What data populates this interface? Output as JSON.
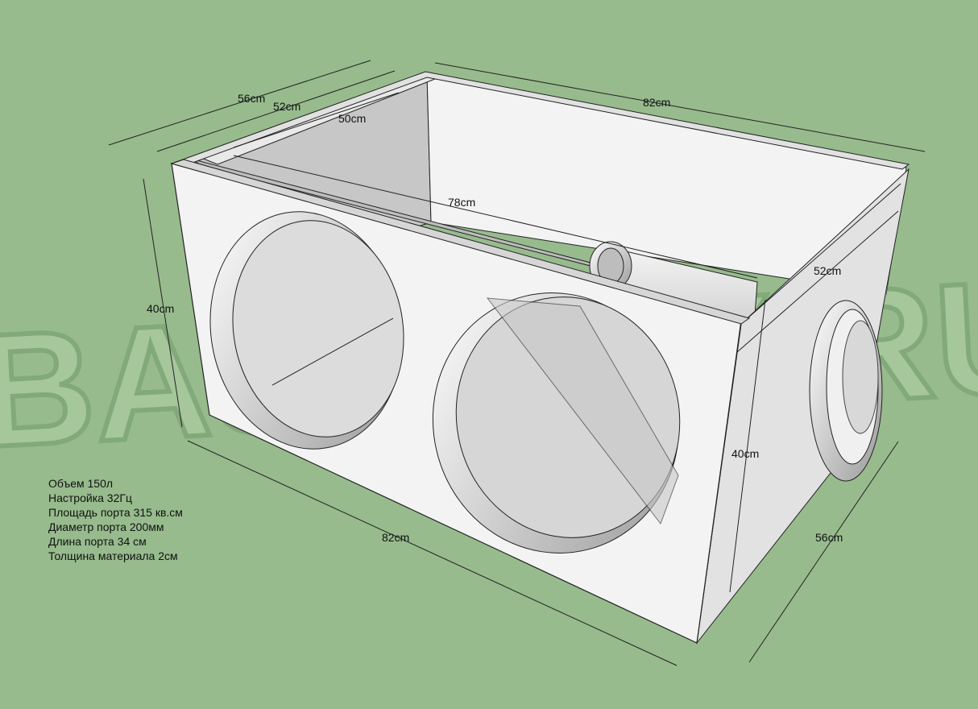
{
  "watermark": {
    "text": "BASSBOX.RU",
    "color": "#7fa676"
  },
  "dimensions": {
    "outer_depth": "56cm",
    "inner_depth": "52cm",
    "partition_depth": "50cm",
    "outer_width_top": "82cm",
    "inner_width": "78cm",
    "side_inner_depth": "52cm",
    "outer_height_left": "40cm",
    "outer_height_right": "40cm",
    "outer_width_bottom": "82cm",
    "side_outer_depth": "56cm"
  },
  "specs": [
    "Объем 150л",
    "Настройка 32Гц",
    "Площадь порта 315 кв.см",
    "Диаметр порта 200мм",
    "Длина порта 34 см",
    "Толщина материала 2см"
  ],
  "colors": {
    "background": "#97bb8d",
    "panel_light": "#f2f2f2",
    "panel_mid": "#d9d9d9",
    "panel_dark": "#bdbdbd",
    "edge": "#222222"
  }
}
